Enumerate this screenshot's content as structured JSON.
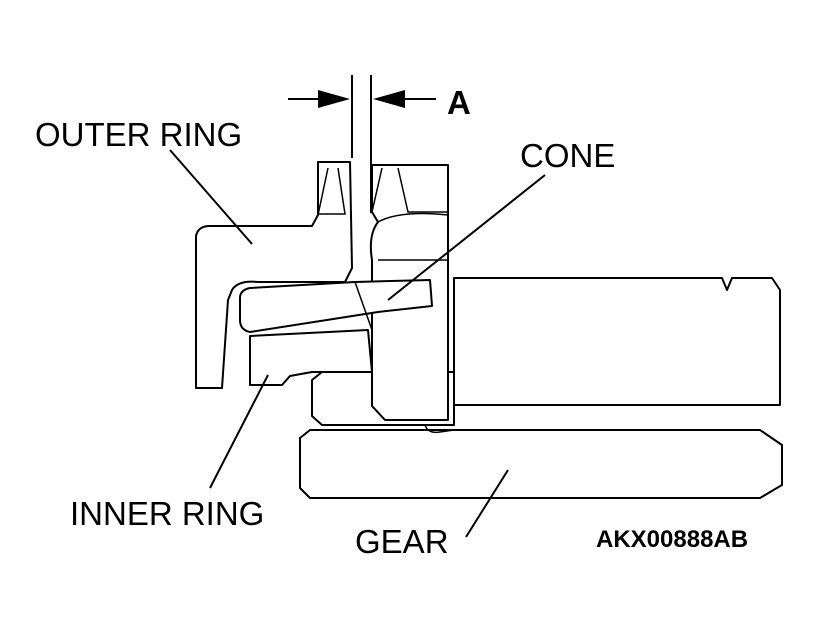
{
  "labels": {
    "dimension": "A",
    "outer_ring": "OUTER RING",
    "cone": "CONE",
    "inner_ring": "INNER RING",
    "gear": "GEAR",
    "figure_code": "AKX00888AB"
  },
  "colors": {
    "line": "#000000",
    "background": "#ffffff"
  }
}
